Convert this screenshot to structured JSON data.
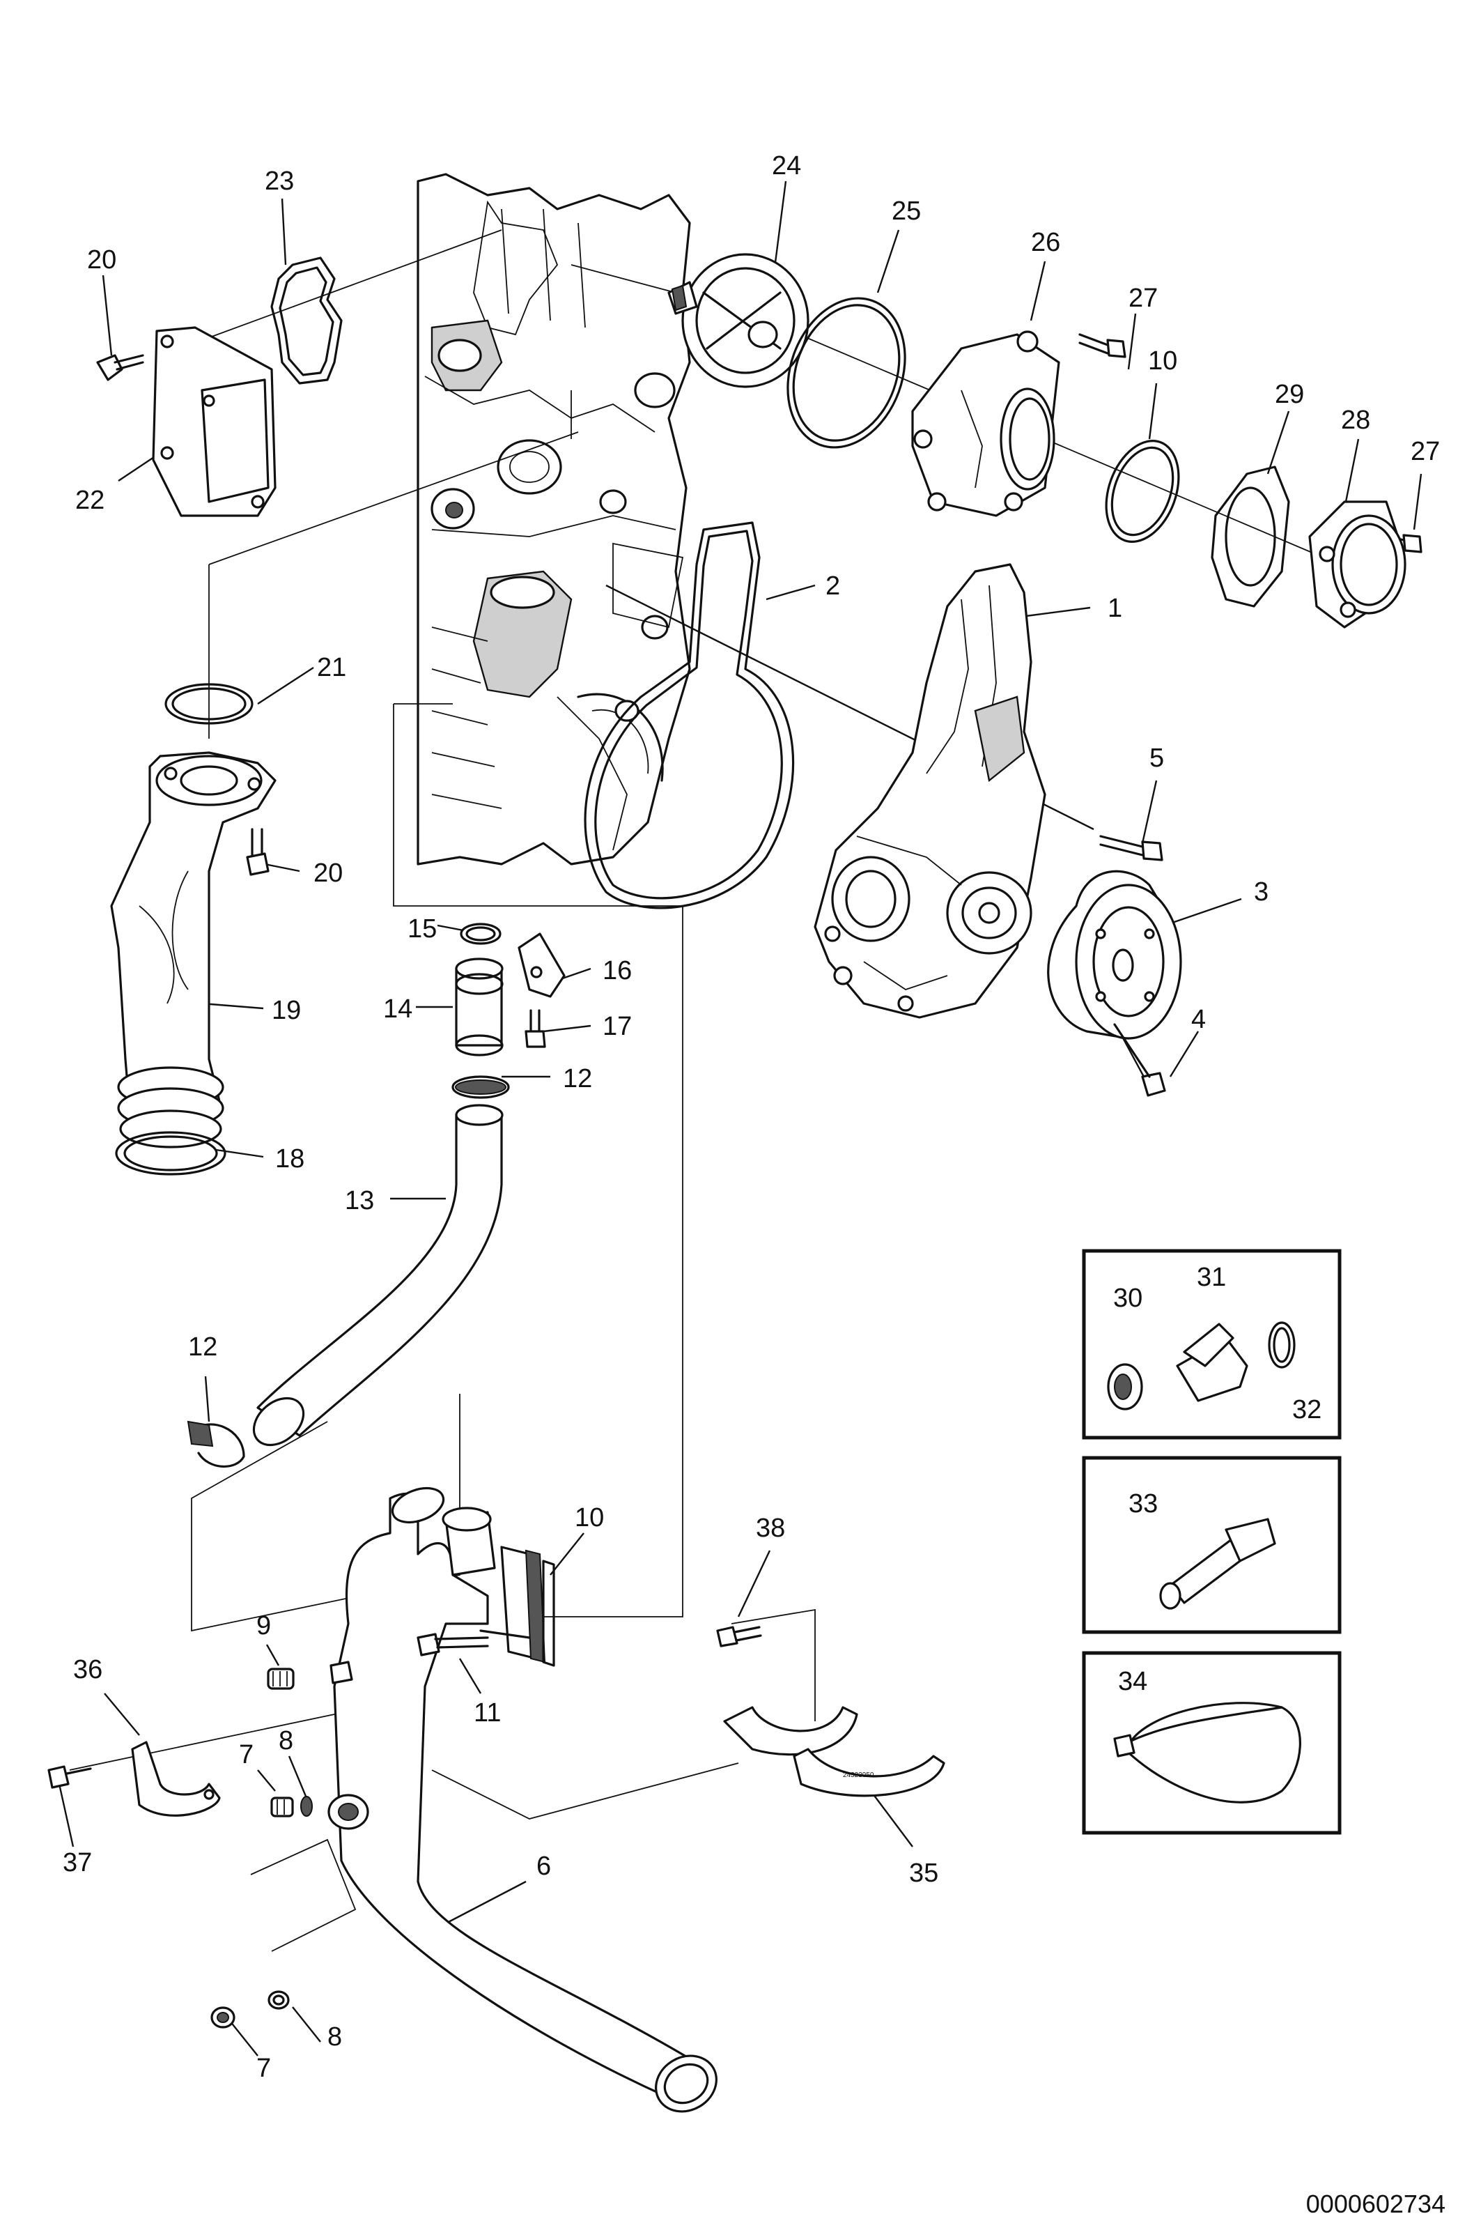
{
  "diagram": {
    "callouts": [
      "1",
      "2",
      "3",
      "4",
      "5",
      "6",
      "7",
      "7",
      "8",
      "8",
      "9",
      "10",
      "10",
      "11",
      "12",
      "12",
      "13",
      "14",
      "15",
      "16",
      "17",
      "18",
      "19",
      "20",
      "20",
      "21",
      "22",
      "23",
      "24",
      "25",
      "26",
      "27",
      "27",
      "28",
      "29",
      "30",
      "31",
      "32",
      "33",
      "34",
      "35",
      "36",
      "37",
      "38"
    ],
    "document_id": "0000602734",
    "part_marking": "24323950"
  }
}
